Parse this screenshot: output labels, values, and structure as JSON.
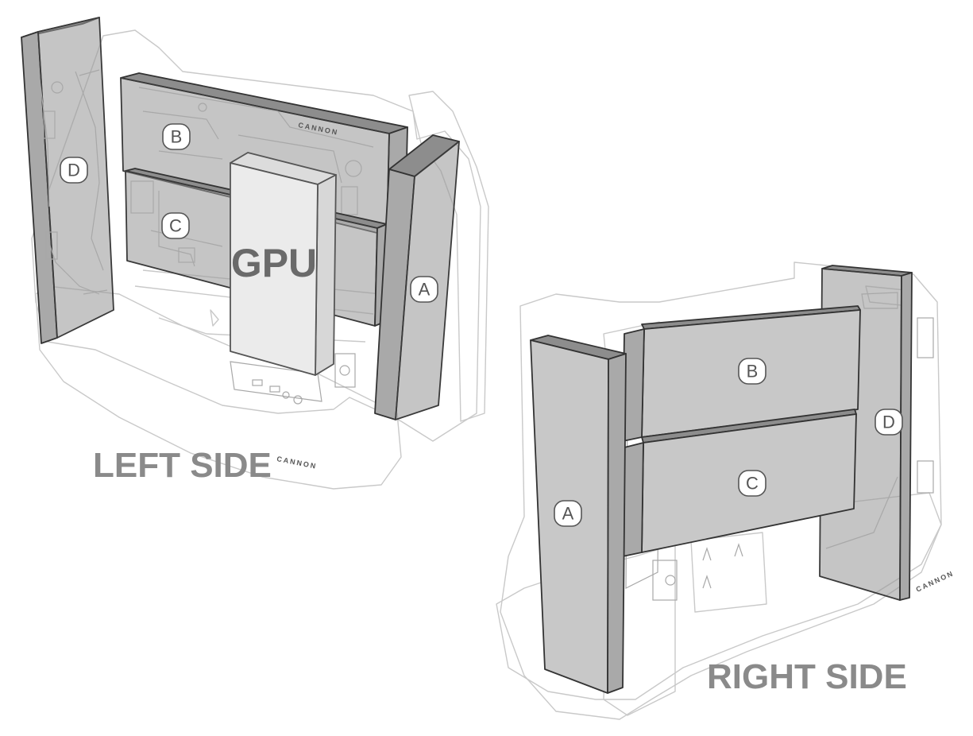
{
  "left": {
    "title": "LEFT SIDE",
    "brand": "CANNON",
    "gpu_label": "GPU",
    "badges": {
      "a": "A",
      "b": "B",
      "c": "C",
      "d": "D"
    }
  },
  "right": {
    "title": "RIGHT SIDE",
    "brand": "CANNON",
    "badges": {
      "a": "A",
      "b": "B",
      "c": "C",
      "d": "D"
    }
  }
}
